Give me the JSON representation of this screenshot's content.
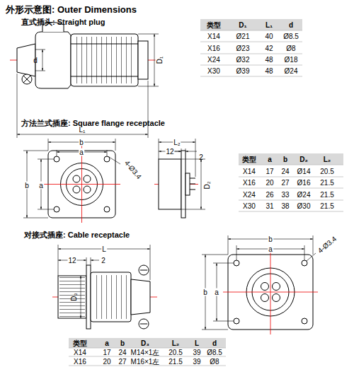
{
  "diagram": {
    "title": "外形示意图: Outer Dimensions",
    "labels": [
      "直式插头: Straight plug",
      "d",
      "D₁",
      "L₁",
      "类型",
      "D₁",
      "L₁",
      "d",
      "X14",
      "Ø21",
      "40",
      "Ø8.5",
      "X16",
      "Ø23",
      "42",
      "Ø8",
      "X24",
      "Ø32",
      "48",
      "Ø18",
      "X30",
      "Ø39",
      "48",
      "Ø24",
      "方法兰式插座: Square flange receptacle",
      "b",
      "a",
      "4-Ø3.4",
      "b",
      "a",
      "L₂",
      "12",
      "2",
      "D₂",
      "类型",
      "a",
      "b",
      "D₂",
      "L₂",
      "X14",
      "17",
      "24",
      "Ø14",
      "20.5",
      "X16",
      "20",
      "27",
      "Ø16",
      "21.5",
      "X24",
      "26",
      "33",
      "Ø24",
      "21.5",
      "X30",
      "31",
      "38",
      "Ø30",
      "21.5",
      "对接式插座: Cable receptacle",
      "L",
      "12",
      "2",
      "D₃",
      "b",
      "a",
      "4-Ø3.4",
      "b",
      "a",
      "类型",
      "a",
      "b",
      "D₃",
      "L₂",
      "L",
      "d",
      "X14",
      "17",
      "24",
      "M14×1左",
      "20.5",
      "39",
      "Ø8.5",
      "X16",
      "20",
      "27",
      "M16×1左",
      "21.5",
      "39",
      "Ø8"
    ]
  }
}
